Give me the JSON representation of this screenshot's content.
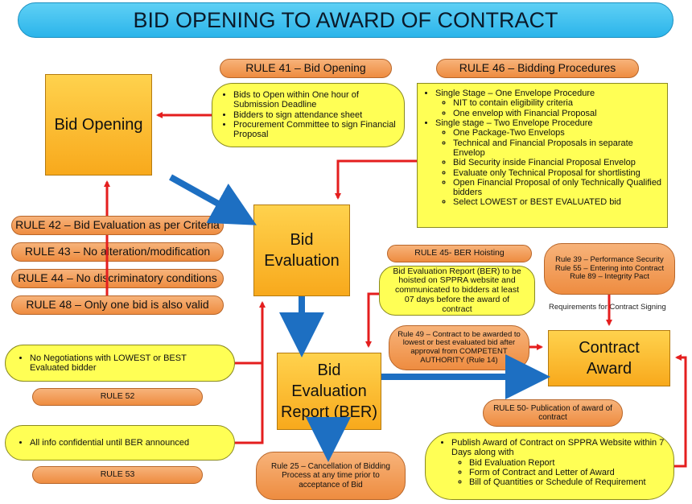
{
  "title": "BID OPENING TO AWARD OF CONTRACT",
  "nodes": {
    "bid_opening": "Bid Opening",
    "bid_evaluation": "Bid\nEvaluation",
    "ber": "Bid\nEvaluation\nReport (BER)",
    "contract_award": "Contract\nAward"
  },
  "rules": {
    "r41": "RULE 41 – Bid Opening",
    "r46": "RULE 46 – Bidding Procedures",
    "r42": "RULE 42 – Bid Evaluation as per Criteria",
    "r43": "RULE 43 – No alteration/modification",
    "r44": "RULE 44 – No discriminatory conditions",
    "r48": "RULE 48 – Only one bid is also valid",
    "r45": "RULE 45- BER Hoisting",
    "r39": "Rule 39 – Performance Security\nRule 55 – Entering into Contract\nRule 89 – Integrity Pact",
    "r49": "Rule 49 – Contract to be awarded to lowest or best evaluated bid after approval from COMPETENT AUTHORITY (Rule 14)",
    "r50": "RULE 50- Publication of award of contract",
    "r52": "RULE 52",
    "r53": "RULE 53",
    "r25": "Rule 25 – Cancellation of Bidding Process at any time prior to acceptance of Bid"
  },
  "requirements_label": "Requirements for Contract Signing",
  "notes": {
    "bid_opening": [
      "Bids to Open within One hour of Submission Deadline",
      "Bidders to sign attendance sheet",
      "Procurement Committee to sign Financial Proposal"
    ],
    "procedures": {
      "one_envelope": "Single Stage – One Envelope Procedure",
      "one_envelope_items": [
        "NIT to contain eligibility criteria",
        "One envelop with Financial Proposal"
      ],
      "two_envelope": "Single stage – Two Envelope Procedure",
      "two_envelope_items": [
        "One Package-Two Envelops",
        "Technical and Financial Proposals in separate Envelop",
        "Bid Security inside Financial Proposal Envelop",
        "Evaluate only Technical Proposal for shortlisting",
        "Open Financial Proposal of only Technically Qualified bidders",
        "Select LOWEST or BEST EVALUATED bid"
      ]
    },
    "ber_hoisting": "Bid Evaluation Report (BER) to be hoisted on SPPRA website and communicated to bidders at least 07 days before the award of contract",
    "no_negotiation": "No Negotiations with LOWEST or BEST Evaluated bidder",
    "confidential": "All info confidential until BER announced",
    "publish": {
      "intro": "Publish Award of Contract on SPPRA Website within 7 Days along with",
      "items": [
        "Bid Evaluation Report",
        "Form of Contract and Letter of Award",
        "Bill of Quantities or Schedule of Requirement"
      ]
    }
  }
}
